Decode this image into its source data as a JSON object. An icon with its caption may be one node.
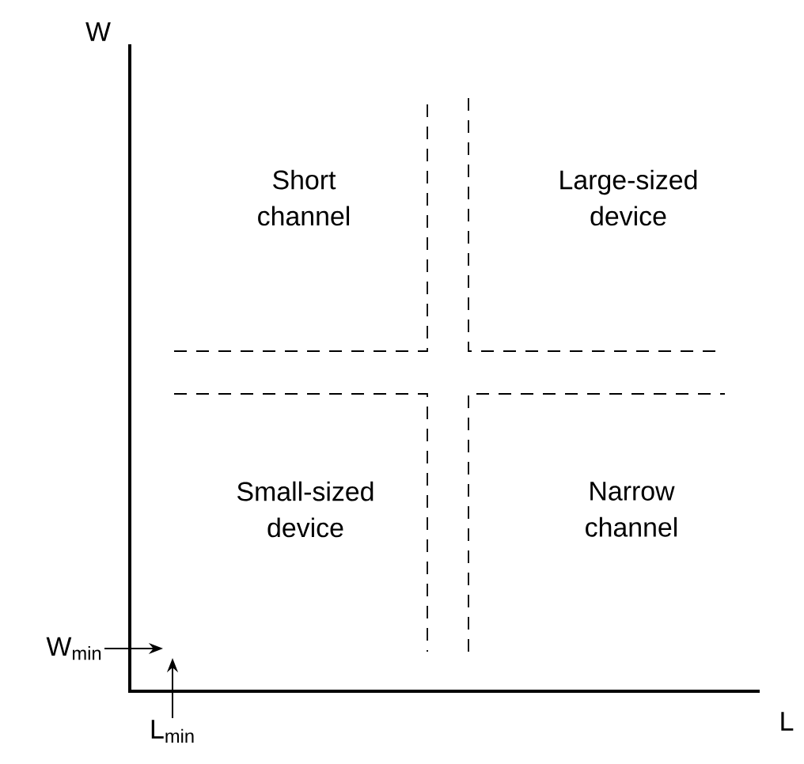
{
  "diagram": {
    "nodes": [
      {
        "text": [
          "W$_{min}$"
        ]
      },
      {
        "text": [
          "L$_{min}$"
        ]
      }
    ],
    "edges": [
      {
        "from": 0,
        "to": null,
        "arrow": "to"
      },
      {
        "from": 1,
        "to": null,
        "arrow": "to"
      }
    ],
    "labels": [
      "W",
      "Short channel",
      "Large-sized device",
      "Small-sized device",
      "Narrow channel",
      "L"
    ]
  }
}
